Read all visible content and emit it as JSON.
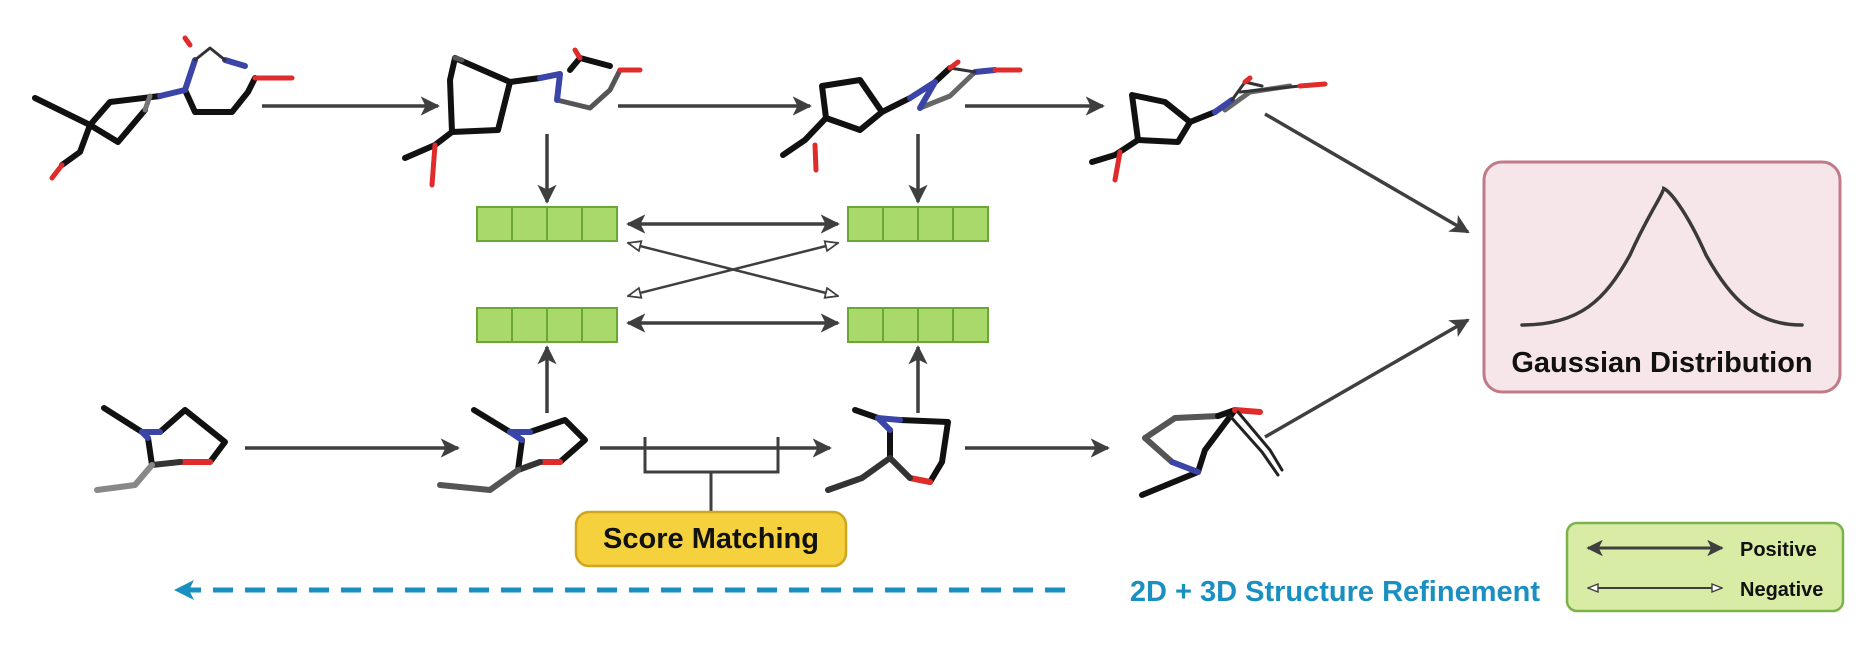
{
  "labels": {
    "gaussian": "Gaussian Distribution",
    "score_matching": "Score Matching",
    "refinement": "2D + 3D Structure Refinement",
    "legend_positive": "Positive",
    "legend_negative": "Negative"
  },
  "colors": {
    "arrow": "#3f3f3f",
    "bond": "#111111",
    "nitrogen": "#3b45a8",
    "oxygen": "#e02b2b",
    "embedding_fill": "#a9d96a",
    "embedding_border": "#6aa735",
    "gaussian_fill": "#f6e5e9",
    "gaussian_border": "#c07a88",
    "score_fill": "#f5d23d",
    "score_border": "#d1a520",
    "legend_fill": "#d8eca6",
    "legend_border": "#7bb34a",
    "refinement": "#1a8fc2"
  },
  "icons": {
    "positive": "double-arrow-solid-icon",
    "negative": "double-arrow-hollow-icon",
    "gaussian": "bell-curve-icon"
  }
}
